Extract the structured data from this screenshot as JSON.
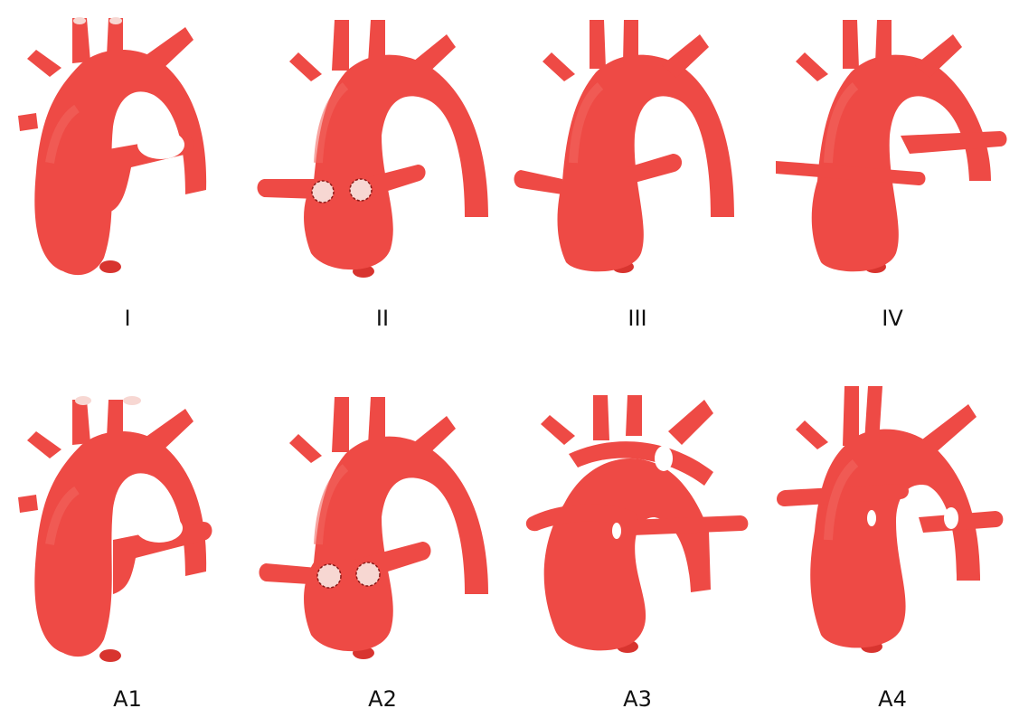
{
  "colors": {
    "vessel": "#ee4a45",
    "vessel_highlight": "#f2665f",
    "vessel_shadow": "#d8342f",
    "orifice_fill": "#f7d7d2",
    "background": "#ffffff"
  },
  "panels": [
    {
      "label": "I"
    },
    {
      "label": "II"
    },
    {
      "label": "III"
    },
    {
      "label": "IV"
    },
    {
      "label": "A1"
    },
    {
      "label": "A2"
    },
    {
      "label": "A3"
    },
    {
      "label": "A4"
    }
  ]
}
